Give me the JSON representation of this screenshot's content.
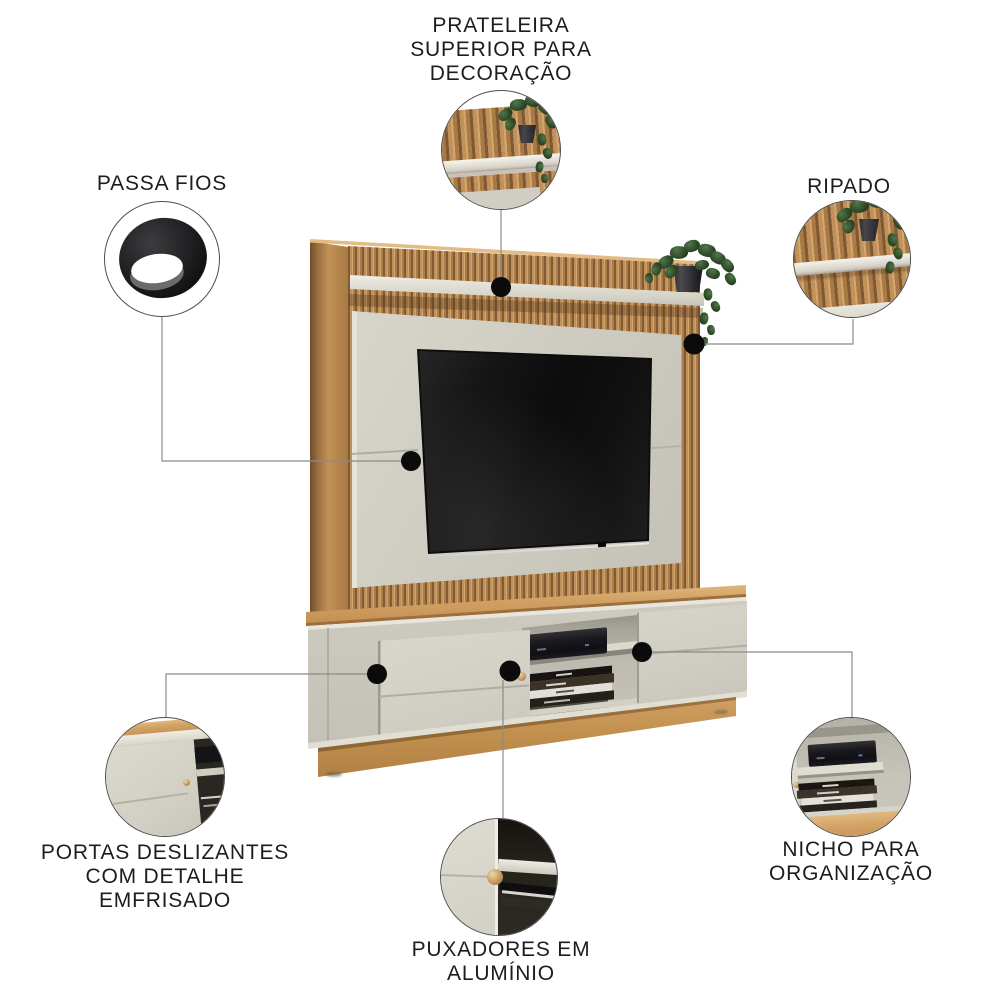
{
  "colors": {
    "text": "#1d1d20",
    "line": "#8a8a8a",
    "dot": "#0b0b0b",
    "wood": "#bf8c54",
    "wood_dark": "#7f5c37",
    "panel_cream": "#cdcabf",
    "shelf_cream": "#d9d6cb",
    "tv_black": "#0d0d0d",
    "plant_green": "#2c4726",
    "knob_gold": "#c39960",
    "background": "#ffffff"
  },
  "callouts": {
    "top": {
      "feature": "prateleira-superior",
      "label_lines": [
        "PRATELEIRA",
        "SUPERIOR PARA",
        "DECORAÇÃO"
      ]
    },
    "left": {
      "feature": "passa-fios",
      "label_lines": [
        "PASSA FIOS"
      ]
    },
    "right": {
      "feature": "ripado",
      "label_lines": [
        "RIPADO"
      ]
    },
    "bottom_left": {
      "feature": "portas-deslizantes",
      "label_lines": [
        "PORTAS DESLIZANTES",
        "COM DETALHE",
        "EMFRISADO"
      ]
    },
    "bottom_center": {
      "feature": "puxadores-aluminio",
      "label_lines": [
        "PUXADORES EM",
        "ALUMÍNIO"
      ]
    },
    "bottom_right": {
      "feature": "nicho-organizacao",
      "label_lines": [
        "NICHO PARA",
        "ORGANIZAÇÃO"
      ]
    }
  }
}
